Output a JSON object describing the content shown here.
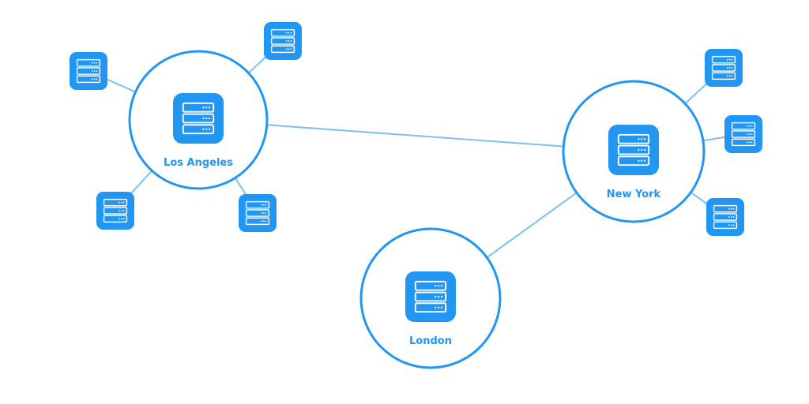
{
  "colors": {
    "accent": "#2196f3",
    "link": "#7fbfee",
    "background": "#ffffff",
    "icon_detail": "#ffffff"
  },
  "hubs": [
    {
      "id": "los-angeles",
      "label": "Los Angeles",
      "icon": "server-icon"
    },
    {
      "id": "new-york",
      "label": "New York",
      "icon": "server-icon"
    },
    {
      "id": "london",
      "label": "London",
      "icon": "server-icon"
    }
  ],
  "satellites": [
    {
      "id": "la-sat-1",
      "hub": "los-angeles",
      "icon": "server-icon"
    },
    {
      "id": "la-sat-2",
      "hub": "los-angeles",
      "icon": "server-icon"
    },
    {
      "id": "la-sat-3",
      "hub": "los-angeles",
      "icon": "server-icon"
    },
    {
      "id": "la-sat-4",
      "hub": "los-angeles",
      "icon": "server-icon"
    },
    {
      "id": "ny-sat-1",
      "hub": "new-york",
      "icon": "server-icon"
    },
    {
      "id": "ny-sat-2",
      "hub": "new-york",
      "icon": "server-icon"
    },
    {
      "id": "ny-sat-3",
      "hub": "new-york",
      "icon": "server-icon"
    }
  ],
  "links": [
    {
      "from": "los-angeles",
      "to": "new-york"
    },
    {
      "from": "new-york",
      "to": "london"
    }
  ]
}
